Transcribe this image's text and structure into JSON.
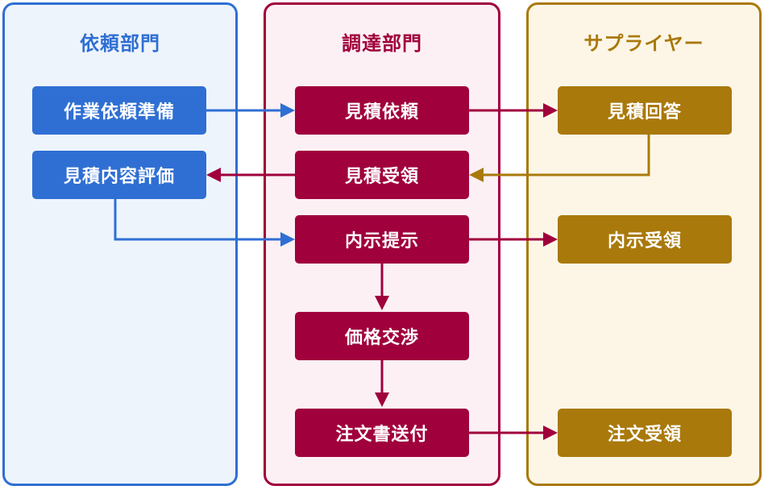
{
  "colors": {
    "blue": "#2f6fd3",
    "blue_bg": "#eef4fc",
    "crimson": "#a0003c",
    "crimson_bg": "#fcf0f4",
    "gold": "#a9790b",
    "gold_bg": "#fdf6e7"
  },
  "lanes": {
    "requester": {
      "title": "依頼部門"
    },
    "procurement": {
      "title": "調達部門"
    },
    "supplier": {
      "title": "サプライヤー"
    }
  },
  "steps": {
    "req_prepare": "作業依頼準備",
    "req_evaluate": "見積内容評価",
    "proc_quote_request": "見積依頼",
    "proc_quote_receive": "見積受領",
    "proc_offer": "内示提示",
    "proc_negotiate": "価格交渉",
    "proc_send_order": "注文書送付",
    "sup_quote_answer": "見積回答",
    "sup_offer_receive": "内示受領",
    "sup_order_receive": "注文受領"
  }
}
